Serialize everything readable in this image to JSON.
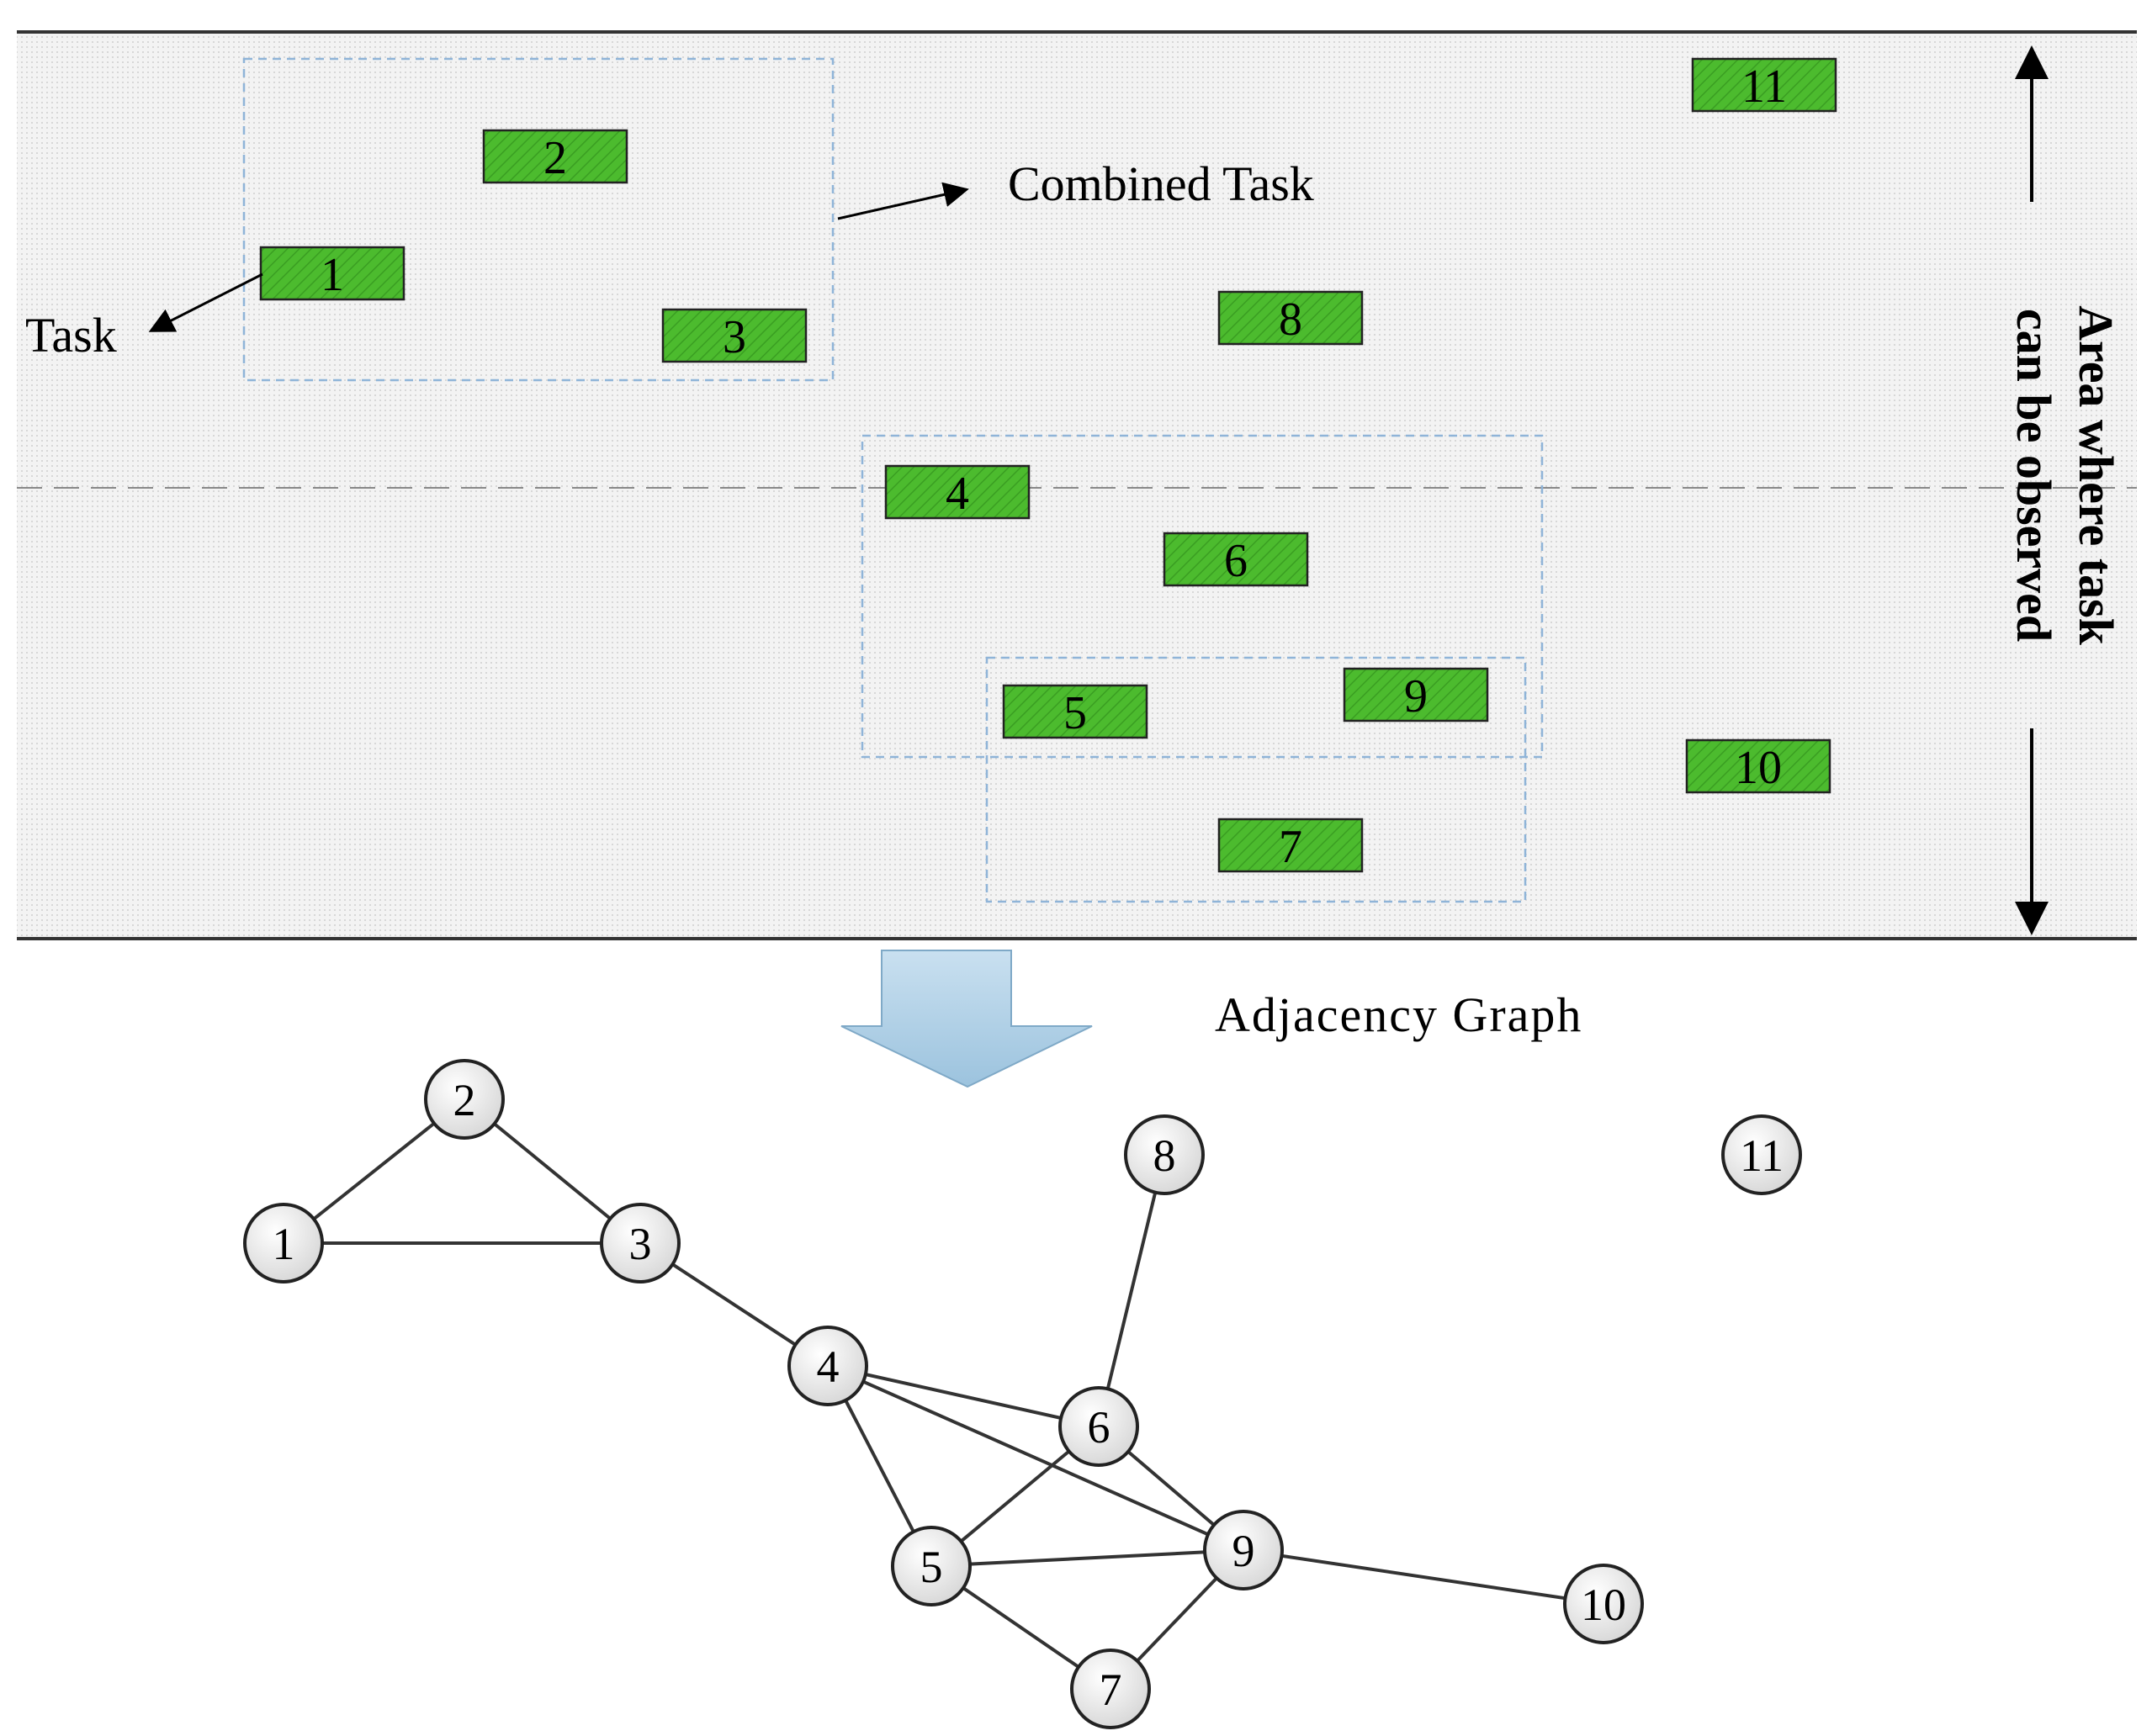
{
  "labels": {
    "task": "Task",
    "combined_task": "Combined Task",
    "observed_area": [
      "Area where task",
      "can be observed"
    ],
    "adjacency_graph": "Adjacency Graph"
  },
  "tasks": [
    {
      "id": "1"
    },
    {
      "id": "2"
    },
    {
      "id": "3"
    },
    {
      "id": "4"
    },
    {
      "id": "5"
    },
    {
      "id": "6"
    },
    {
      "id": "7"
    },
    {
      "id": "8"
    },
    {
      "id": "9"
    },
    {
      "id": "10"
    },
    {
      "id": "11"
    }
  ],
  "graph": {
    "nodes": [
      "1",
      "2",
      "3",
      "4",
      "5",
      "6",
      "7",
      "8",
      "9",
      "10",
      "11"
    ],
    "edges": [
      [
        "1",
        "2"
      ],
      [
        "2",
        "3"
      ],
      [
        "1",
        "3"
      ],
      [
        "3",
        "4"
      ],
      [
        "4",
        "6"
      ],
      [
        "4",
        "9"
      ],
      [
        "4",
        "5"
      ],
      [
        "8",
        "6"
      ],
      [
        "6",
        "5"
      ],
      [
        "6",
        "9"
      ],
      [
        "5",
        "9"
      ],
      [
        "5",
        "7"
      ],
      [
        "7",
        "9"
      ],
      [
        "9",
        "10"
      ]
    ]
  },
  "colors": {
    "task_fill": "#4cbb2e",
    "task_hatch": "#2f8a1c",
    "group_box": "#8fb4d8",
    "node_fill": "#ececec",
    "arrow_fill": "#a9cde6",
    "line": "#333333"
  }
}
